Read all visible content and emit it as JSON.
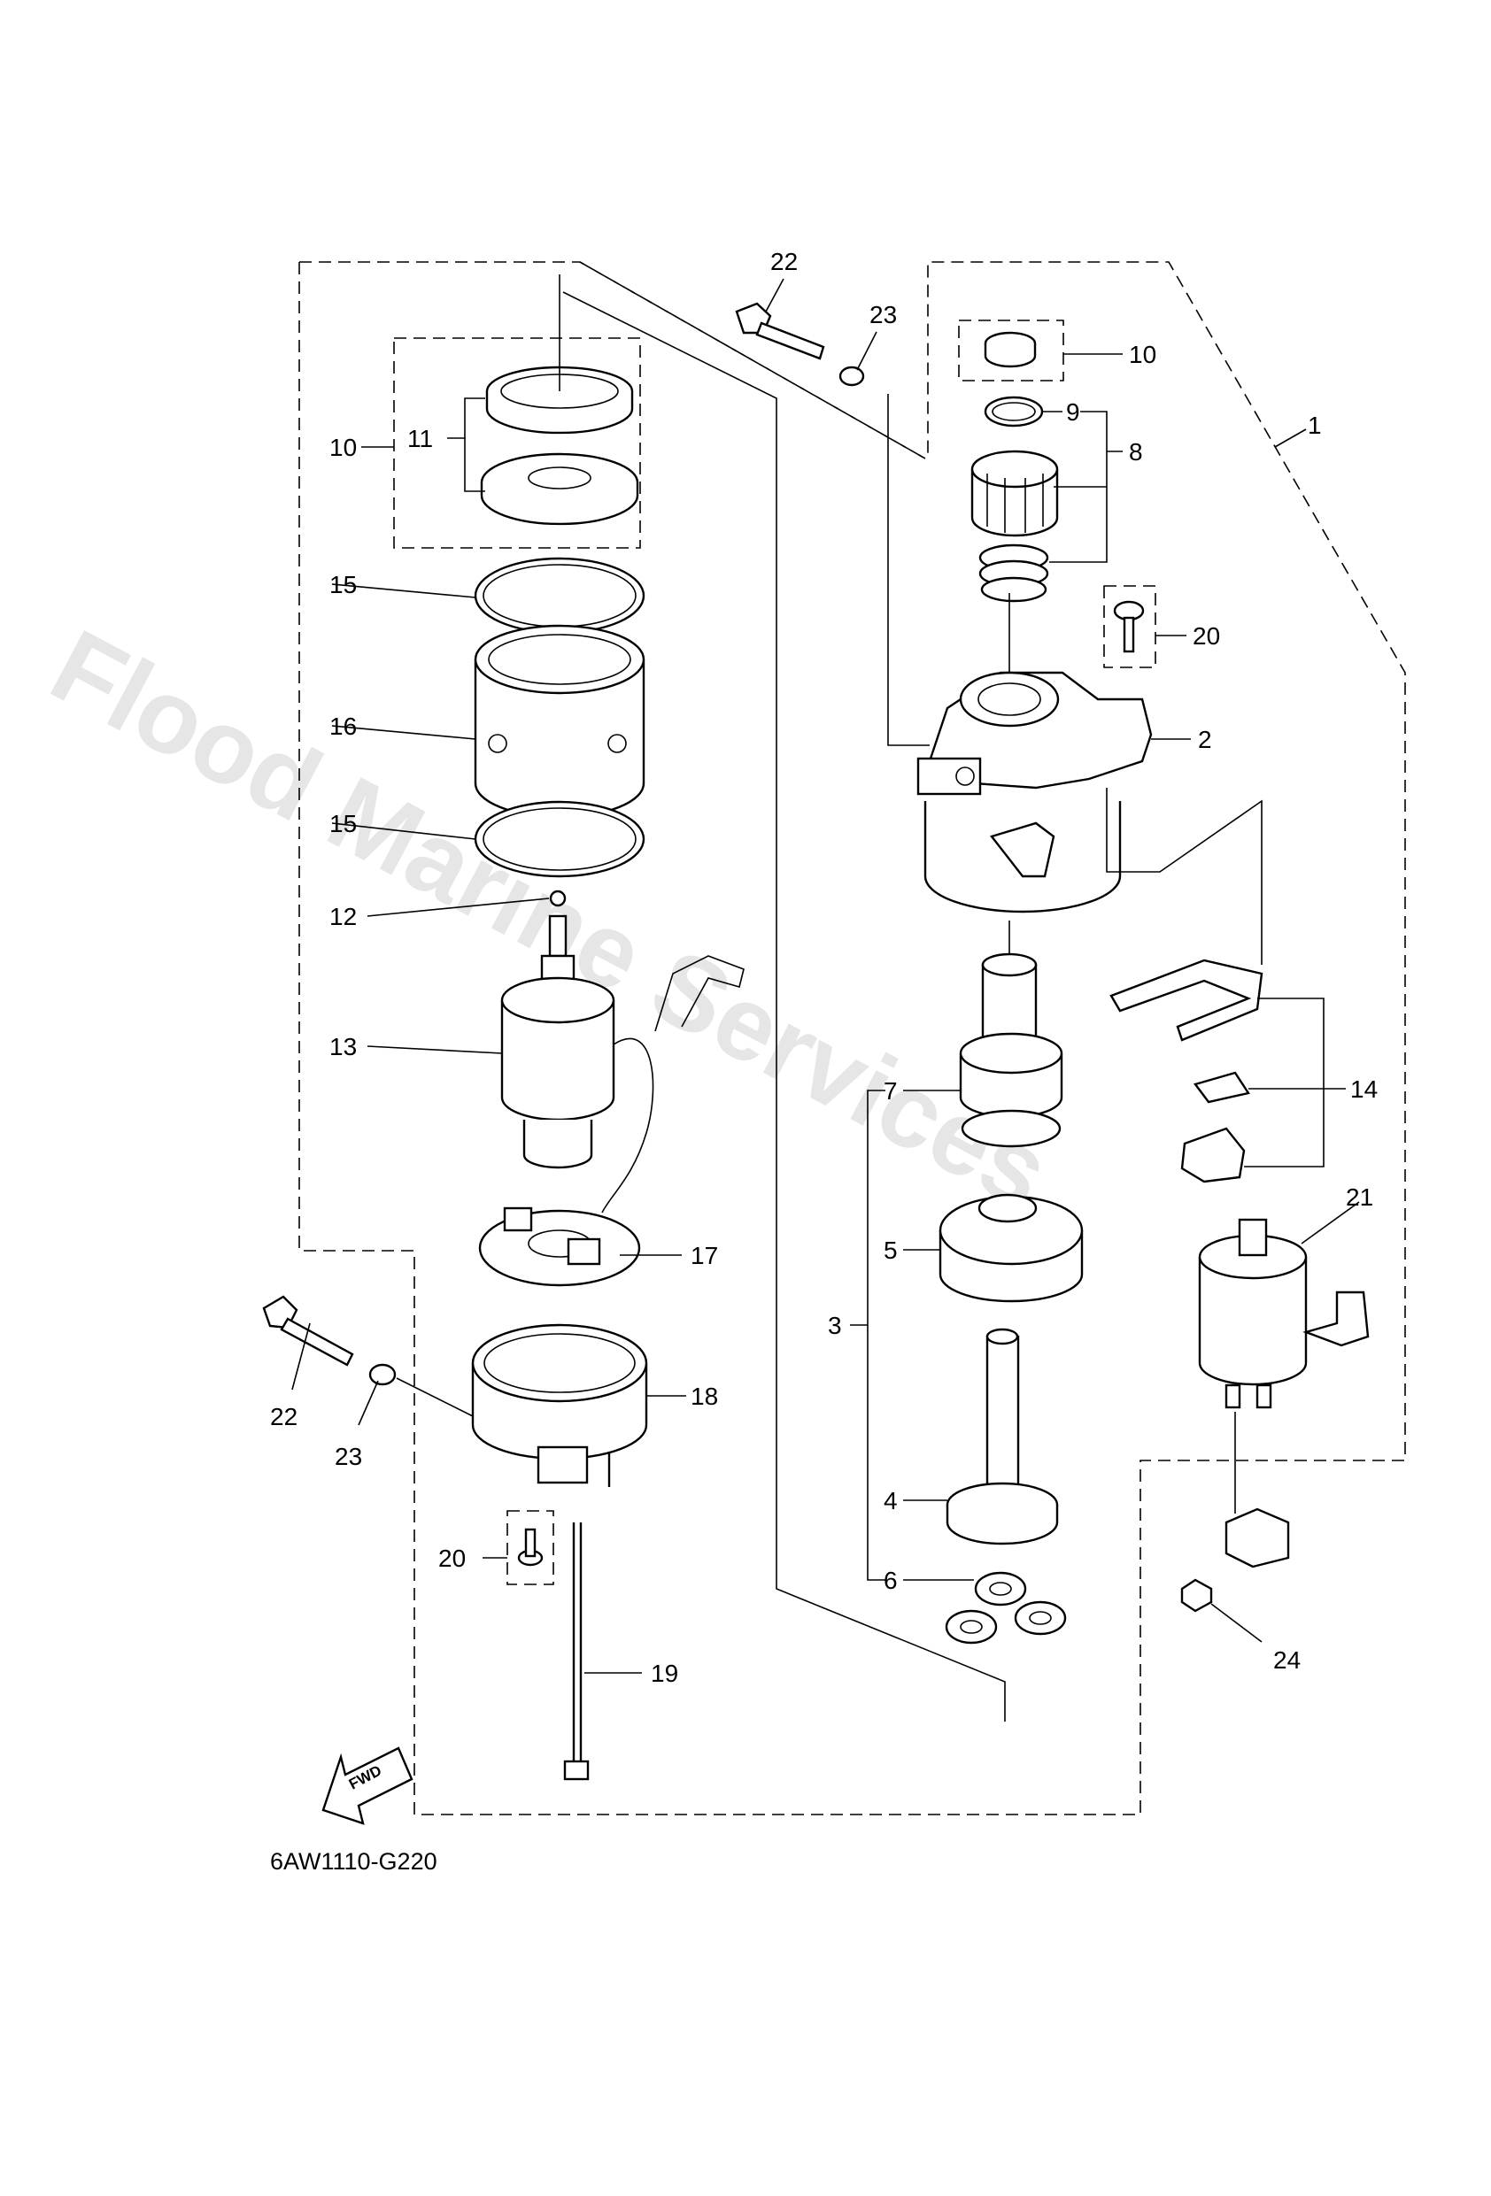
{
  "diagram_code": "6AW1110-G220",
  "watermark": "Flood Marine Services",
  "fwd_label": "FWD",
  "callouts": {
    "c1": "1",
    "c2": "2",
    "c3": "3",
    "c4": "4",
    "c5": "5",
    "c6": "6",
    "c7": "7",
    "c8": "8",
    "c9": "9",
    "c10_left": "10",
    "c10_right": "10",
    "c11": "11",
    "c12": "12",
    "c13": "13",
    "c14": "14",
    "c15_top": "15",
    "c15_bottom": "15",
    "c16": "16",
    "c17": "17",
    "c18": "18",
    "c19": "19",
    "c20_left": "20",
    "c20_right": "20",
    "c21": "21",
    "c22_top": "22",
    "c22_left": "22",
    "c23_top": "23",
    "c23_left": "23",
    "c24": "24"
  }
}
